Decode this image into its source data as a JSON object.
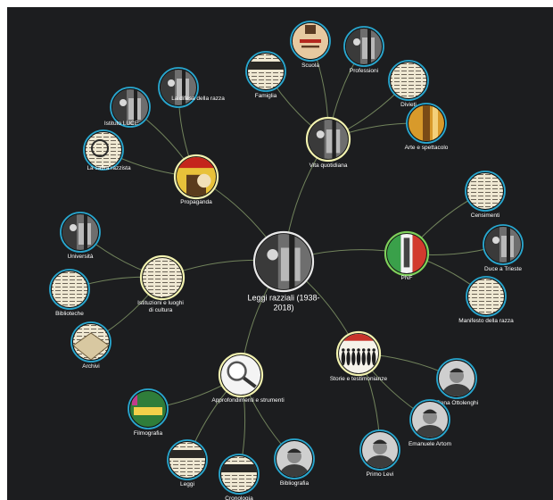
{
  "mindmap": {
    "root": {
      "label_lines": [
        "Leggi razziali (1938-",
        "2018)"
      ],
      "image": "book-reader-photo"
    },
    "hubs": [
      {
        "id": "vita",
        "label_lines": [
          "Vita quotidiana"
        ],
        "image": "street-photo",
        "children": [
          {
            "id": "famiglia",
            "label_lines": [
              "Famiglia"
            ],
            "image": "newspaper-stampa"
          },
          {
            "id": "scuola",
            "label_lines": [
              "Scuola"
            ],
            "image": "book-cover-libro"
          },
          {
            "id": "professioni",
            "label_lines": [
              "Professioni"
            ],
            "image": "shop-sign-photo"
          },
          {
            "id": "divieti",
            "label_lines": [
              "Divieti"
            ],
            "image": "notice-document"
          },
          {
            "id": "arte",
            "label_lines": [
              "Arte e spettacolo"
            ],
            "image": "theater-poster"
          }
        ]
      },
      {
        "id": "propaganda",
        "label_lines": [
          "Propaganda"
        ],
        "image": "magazine-cover",
        "children": [
          {
            "id": "difesa",
            "label_lines": [
              "La difesa della razza"
            ],
            "image": "magazine-illustration"
          },
          {
            "id": "luce",
            "label_lines": [
              "Istituto LUCE"
            ],
            "image": "newsreel-photo"
          },
          {
            "id": "satira",
            "label_lines": [
              "La satira razzista"
            ],
            "image": "satirical-print"
          }
        ]
      },
      {
        "id": "pnf",
        "label_lines": [
          "PNF"
        ],
        "image": "party-emblem",
        "children": [
          {
            "id": "censimenti",
            "label_lines": [
              "Censimenti"
            ],
            "image": "census-document"
          },
          {
            "id": "duce",
            "label_lines": [
              "Duce a Trieste"
            ],
            "image": "speech-photo"
          },
          {
            "id": "manifesto",
            "label_lines": [
              "Manifesto della razza"
            ],
            "image": "manifesto-print"
          }
        ]
      },
      {
        "id": "istituzioni",
        "label_lines": [
          "Istituzioni e luoghi",
          "di cultura"
        ],
        "image": "archive-document",
        "children": [
          {
            "id": "universita",
            "label_lines": [
              "Università"
            ],
            "image": "university-building"
          },
          {
            "id": "biblioteche",
            "label_lines": [
              "Biblioteche"
            ],
            "image": "library-document"
          },
          {
            "id": "archivi",
            "label_lines": [
              "Archivi"
            ],
            "image": "archive-book"
          }
        ]
      },
      {
        "id": "storie",
        "label_lines": [
          "Storie e testimonianze"
        ],
        "image": "group-silhouettes",
        "children": [
          {
            "id": "elena",
            "label_lines": [
              "Elena Ottolenghi"
            ],
            "image": "portrait-woman"
          },
          {
            "id": "emanuele",
            "label_lines": [
              "Emanuele Artom"
            ],
            "image": "portrait-man"
          },
          {
            "id": "primo",
            "label_lines": [
              "Primo Levi"
            ],
            "image": "portrait-man-2"
          }
        ]
      },
      {
        "id": "approfondimenti",
        "label_lines": [
          "Approfondimenti e strumenti"
        ],
        "image": "magnifier-icon",
        "children": [
          {
            "id": "filmografia",
            "label_lines": [
              "Filmografia"
            ],
            "image": "film-poster"
          },
          {
            "id": "leggi",
            "label_lines": [
              "Leggi"
            ],
            "image": "newspaper-clip"
          },
          {
            "id": "cronologia",
            "label_lines": [
              "Cronologia"
            ],
            "image": "newspaper-italia"
          },
          {
            "id": "bibliografia",
            "label_lines": [
              "Bibliografia"
            ],
            "image": "portrait-sketch"
          }
        ]
      }
    ],
    "colors": {
      "background": "#1c1d1f",
      "link": "#7b8f63",
      "hub_ring": "#f3f3b0",
      "leaf_ring": "#29a7cf",
      "pnf_ring": "#7fd15b"
    }
  }
}
